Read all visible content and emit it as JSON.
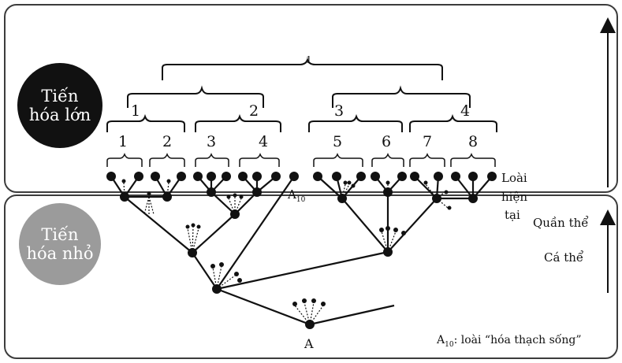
{
  "macro_label": "Tiến\nhóa lớn",
  "micro_label": "Tiến\nhóa nhỏ",
  "level_labels": {
    "group_top": "1",
    "groups_mid": [
      "1",
      "2",
      "3",
      "4"
    ],
    "groups_low": [
      "1",
      "2",
      "3",
      "4",
      "5",
      "6",
      "7",
      "8"
    ]
  },
  "species_label": [
    "Loài",
    "hiện",
    "tại"
  ],
  "quanthe": "Quần thể",
  "cathe": "Cá thể",
  "ancestor": "A",
  "fossil_node": "A",
  "fossil_node_sub": "10",
  "legend": {
    "prefix": "A",
    "sub": "10",
    "text": ": loài “hóa thạch sống”"
  }
}
